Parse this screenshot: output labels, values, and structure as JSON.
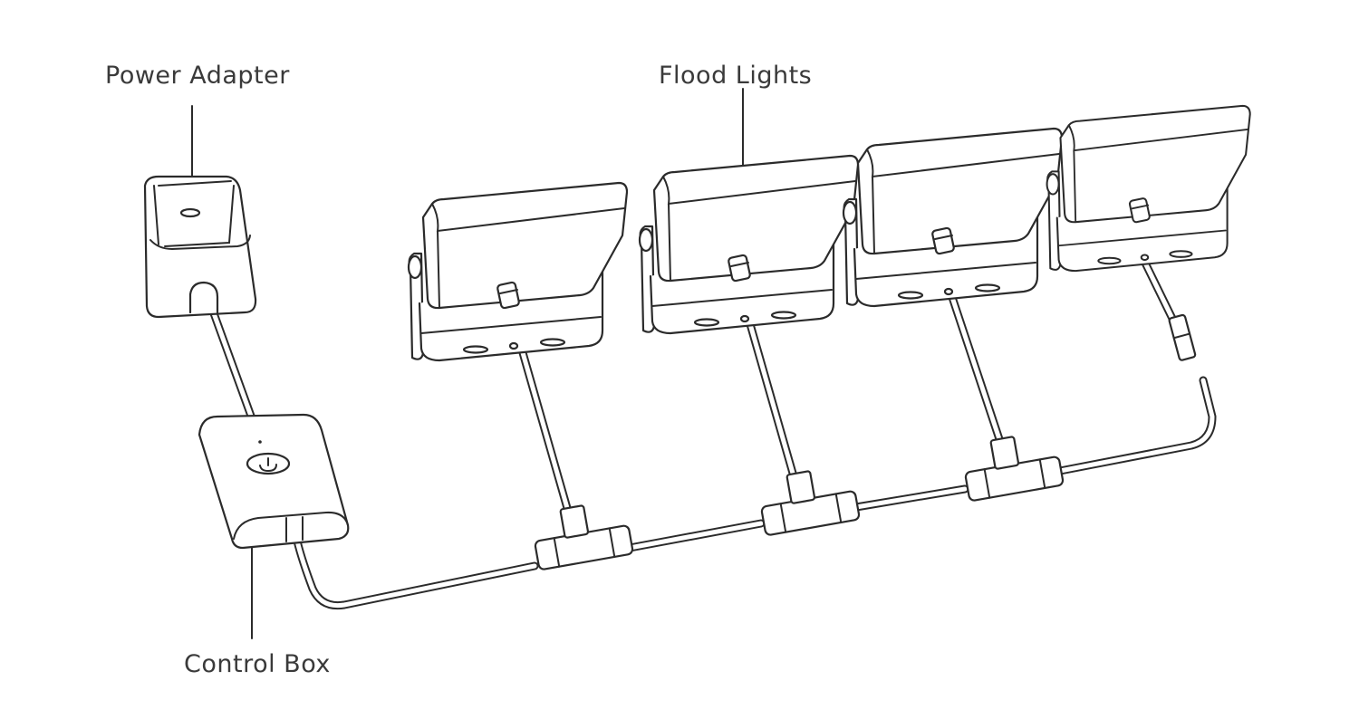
{
  "labels": {
    "power_adapter": "Power Adapter",
    "flood_lights": "Flood Lights",
    "control_box": "Control Box"
  },
  "flood_light_count": 4
}
